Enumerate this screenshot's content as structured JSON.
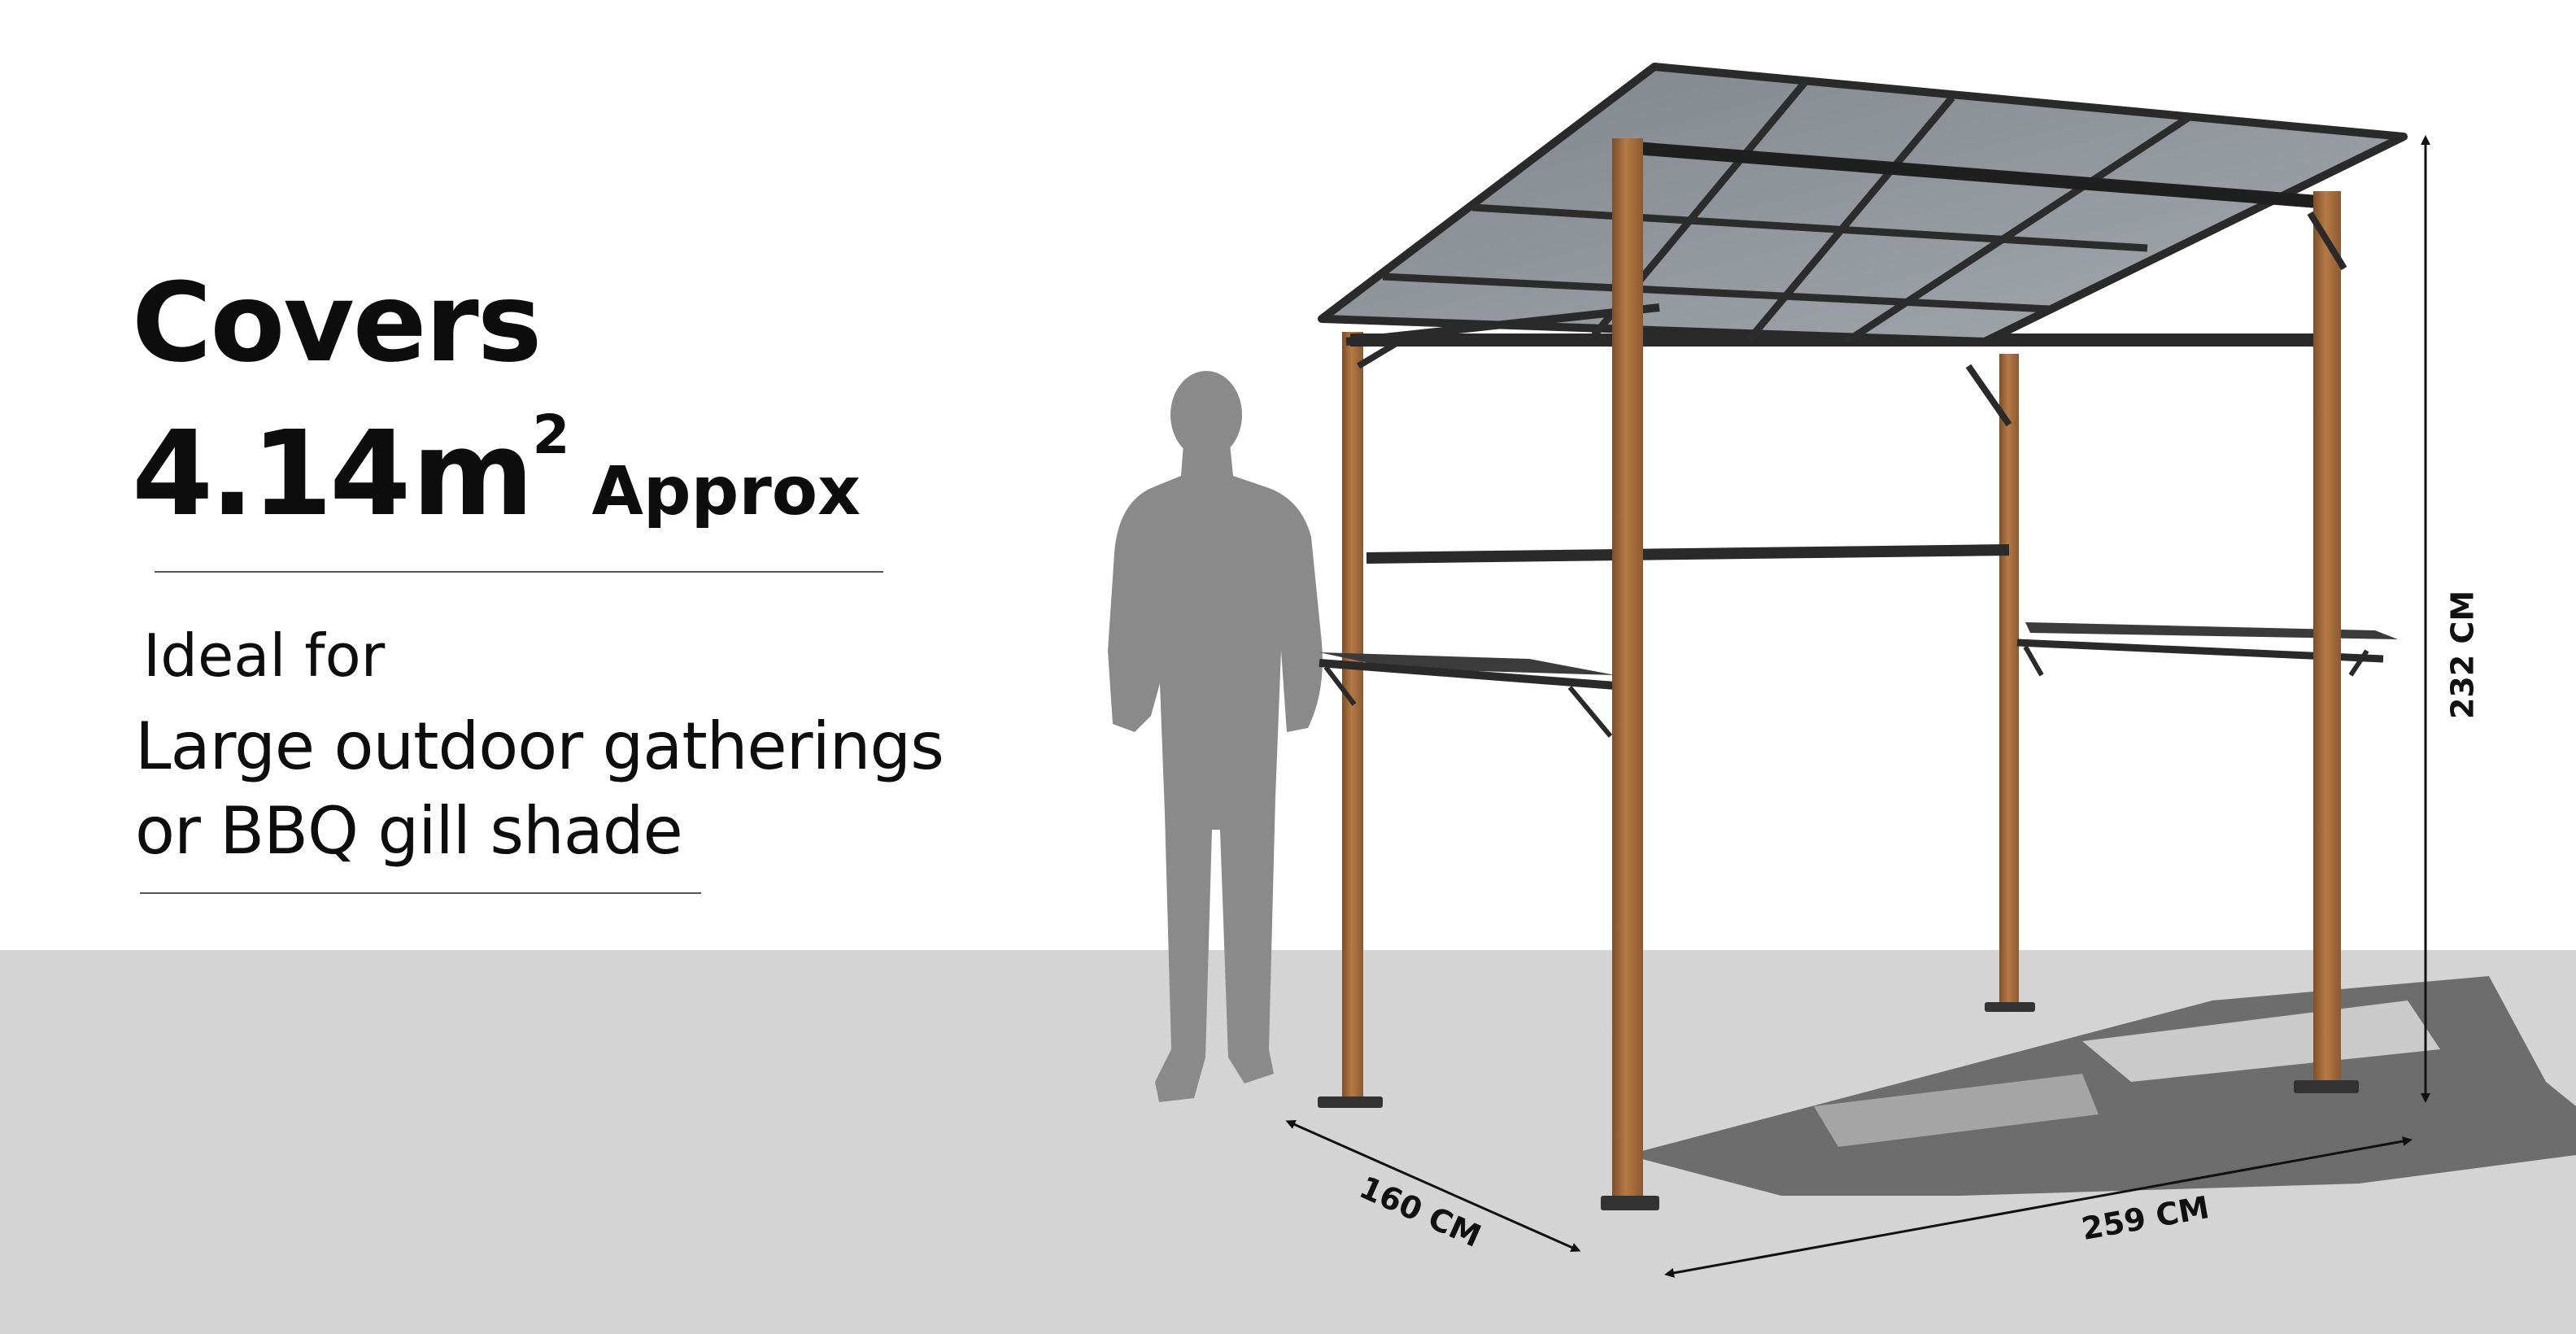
{
  "headline": "Covers",
  "area": {
    "value": "4.14",
    "unit": "m",
    "superscript": "2",
    "qualifier": "Approx"
  },
  "ideal_label": "Ideal for",
  "use_lines": [
    "Large outdoor gatherings",
    "or BBQ gill shade"
  ],
  "dimensions": {
    "depth": "160 CM",
    "width": "259 CM",
    "height": "232 CM"
  },
  "colors": {
    "floor": "#d4d4d4",
    "wood": "#a86f3e",
    "frame": "#2a2a2a",
    "roof": "#8c9096",
    "silhouette": "#8a8a8a",
    "shadow": "#5c5c5c"
  },
  "icons": [
    "human-silhouette",
    "gazebo-illustration"
  ]
}
